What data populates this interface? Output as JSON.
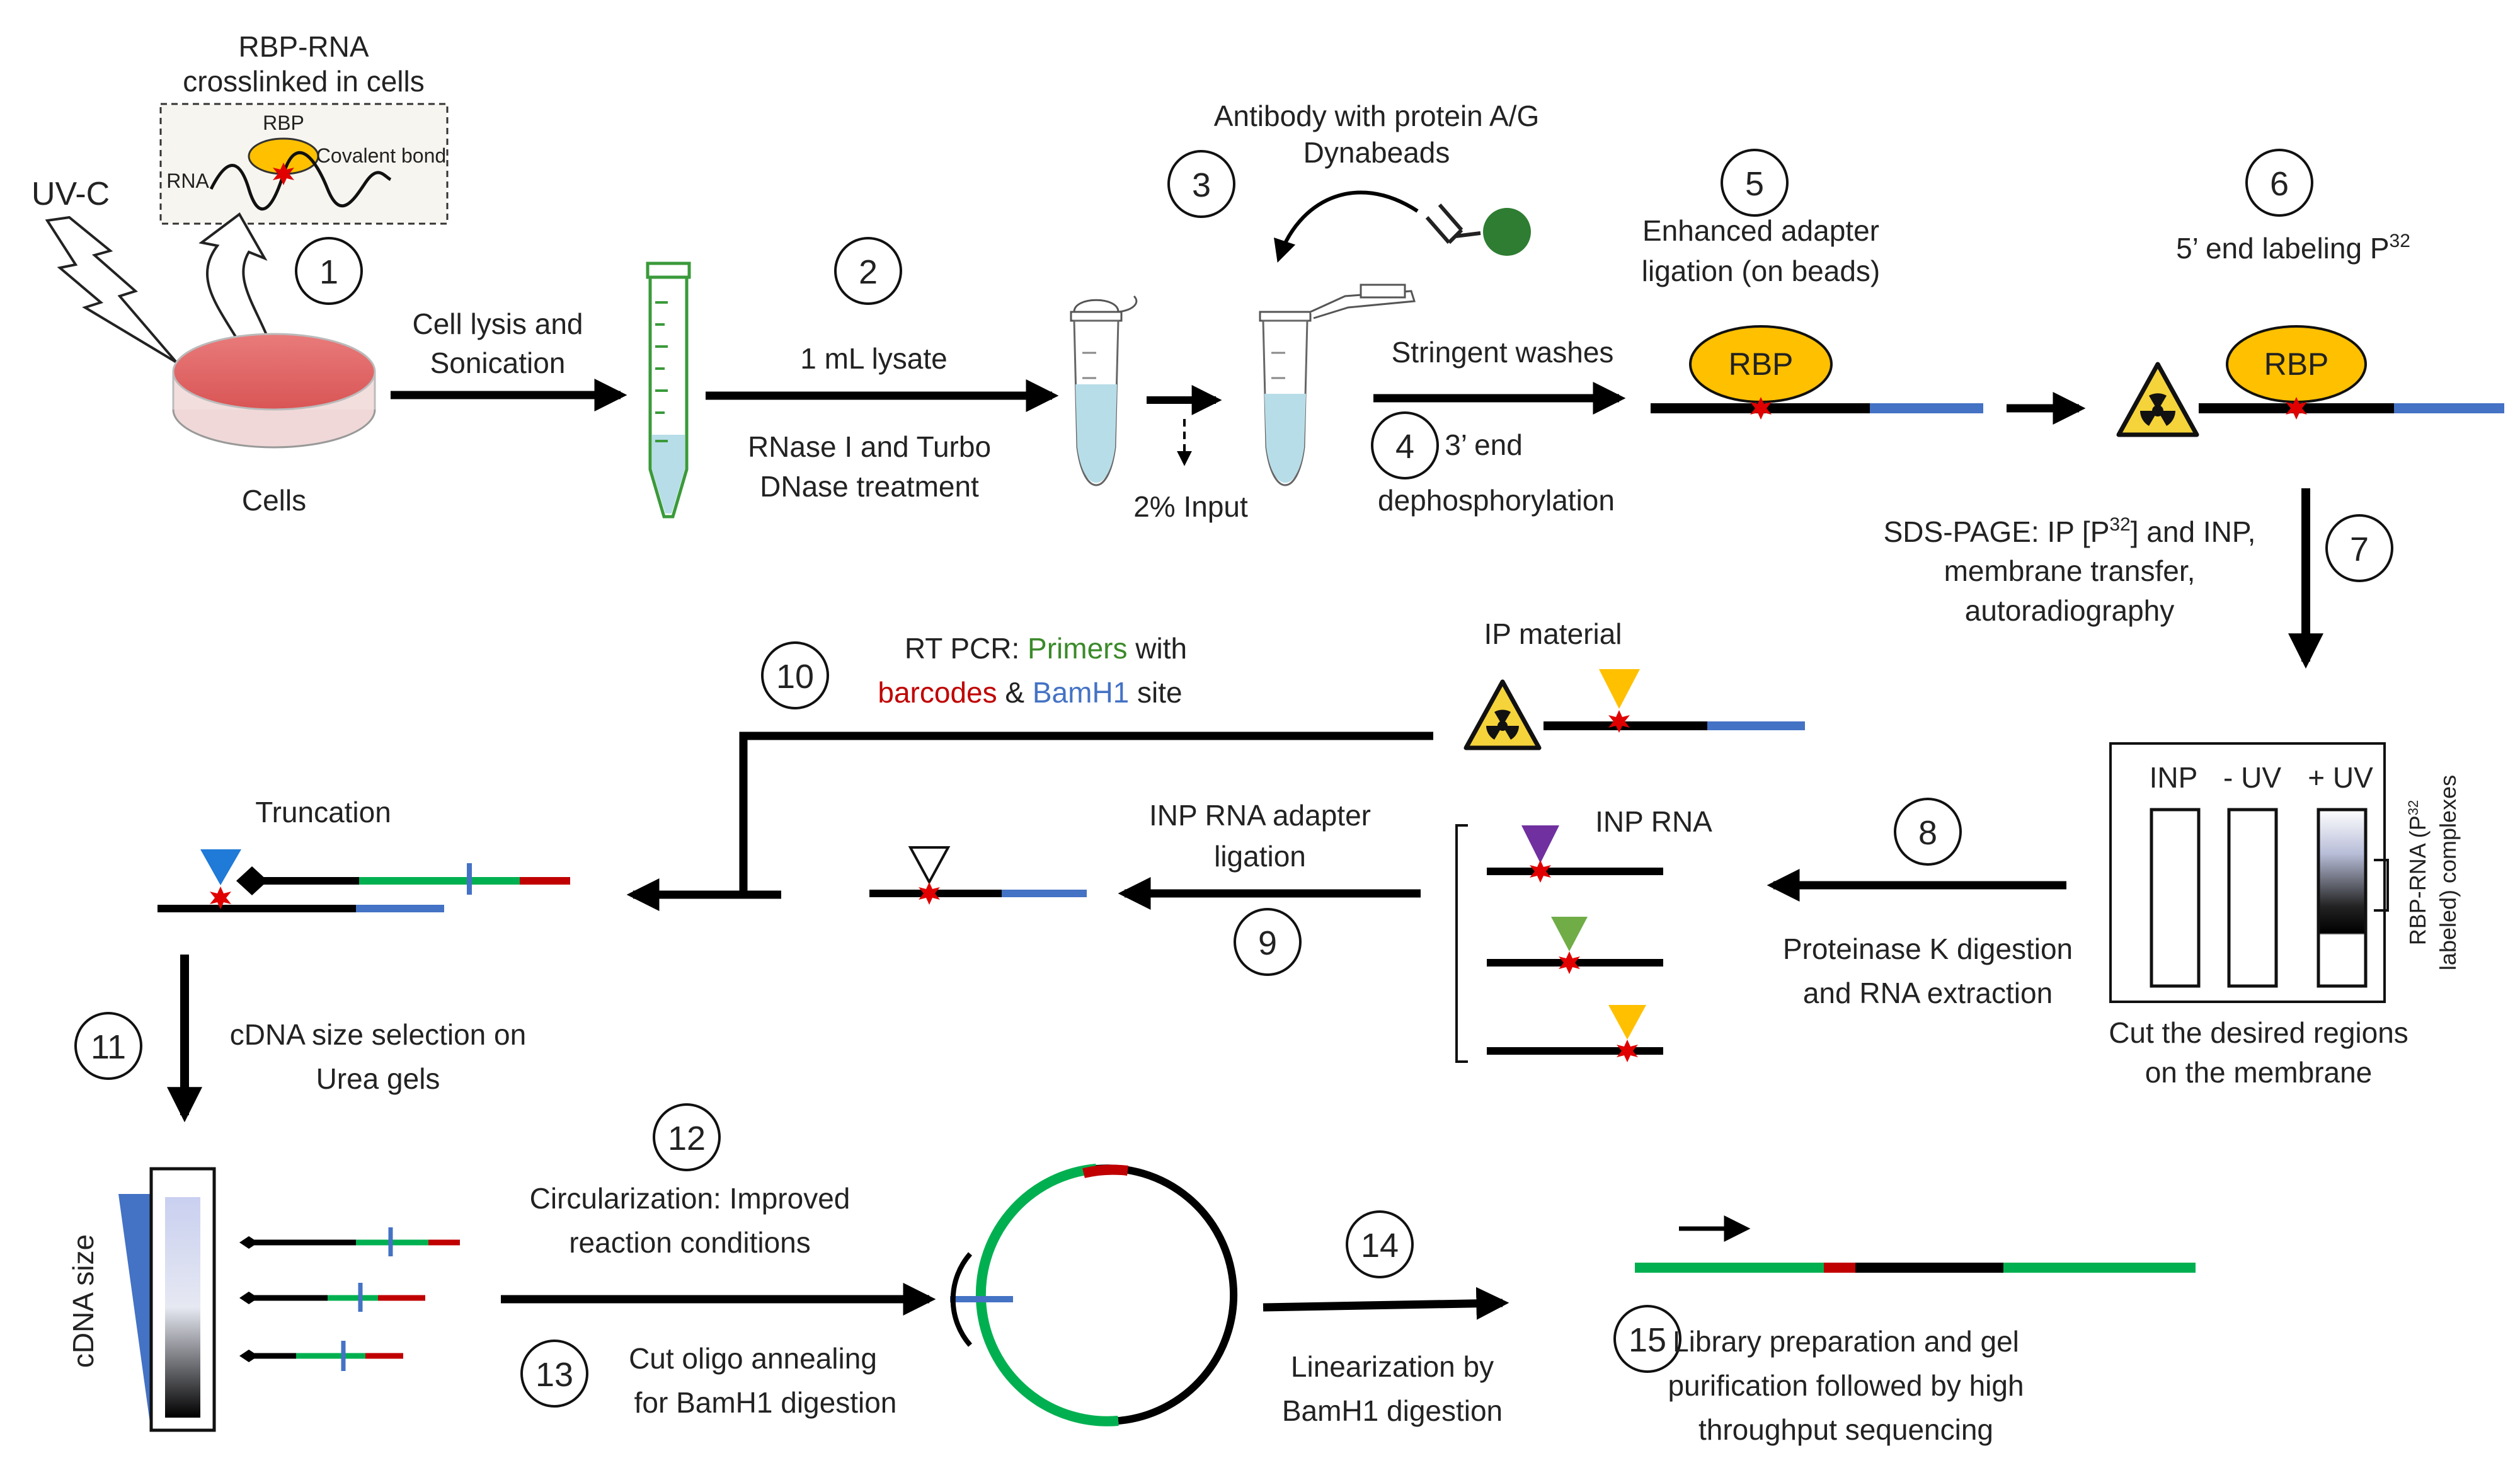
{
  "colors": {
    "black": "#000000",
    "rbp_yellow": "#FFC000",
    "adapter_blue": "#4472C4",
    "primer_green": "#00B050",
    "barcode_red": "#C00000",
    "crosslink_red": "#E00000",
    "bead_green": "#2E7D32",
    "dish_red": "#E06060",
    "lysate_blue": "#B7DDE8",
    "tube_green": "#3A9A3A",
    "hazard_yellow": "#F5D33A",
    "purple": "#7030A0",
    "inp_green": "#70AD47"
  },
  "steps": [
    "1",
    "2",
    "3",
    "4",
    "5",
    "6",
    "7",
    "8",
    "9",
    "10",
    "11",
    "12",
    "13",
    "14",
    "15"
  ],
  "inset": {
    "title_line1": "RBP-RNA",
    "title_line2": "crosslinked in cells",
    "rbp": "RBP",
    "rna": "RNA",
    "bond": "Covalent bond"
  },
  "labels": {
    "uvc": "UV-C",
    "cells": "Cells",
    "lysis_line1": "Cell lysis and",
    "lysis_line2": "Sonication",
    "lysate": "1 mL lysate",
    "rnase_line1": "RNase I and Turbo",
    "rnase_line2": "DNase treatment",
    "input": "2% Input",
    "antibody_line1": "Antibody with protein A/G",
    "antibody_line2": "Dynabeads",
    "washes": "Stringent washes",
    "dephos_line1": "3’ end",
    "dephos_line2": "dephosphorylation",
    "adapter_line1": "Enhanced adapter",
    "adapter_line2": "ligation (on beads)",
    "labeling_pre": "5’ end labeling P",
    "labeling_sup": "32",
    "rbp": "RBP",
    "sds_line1_a": "SDS-PAGE: IP [P",
    "sds_line1_sup": "32",
    "sds_line1_b": "] and INP,",
    "sds_line2": "membrane transfer,",
    "sds_line3": "autoradiography",
    "gel_inp": "INP",
    "gel_minus_uv": "- UV",
    "gel_plus_uv": "+ UV",
    "complex_line1_a": "RBP-RNA (P",
    "complex_line1_sup": "32",
    "complex_line2": "labeled) complexes",
    "cut_line1": "Cut the desired regions",
    "cut_line2": "on the membrane",
    "prot_line1": "Proteinase K digestion",
    "prot_line2": "and RNA extraction",
    "inp_rna": "INP RNA",
    "inp_lig_line1": "INP RNA adapter",
    "inp_lig_line2": "ligation",
    "ip_material": "IP material",
    "rt_a": "RT PCR: ",
    "rt_primers": "Primers",
    "rt_b": " with",
    "rt_barcodes": "barcodes",
    "rt_c": " & ",
    "rt_bamh1": "BamH1",
    "rt_d": " site",
    "truncation": "Truncation",
    "size_line1": "cDNA size selection on",
    "size_line2": "Urea gels",
    "cdna_size": "cDNA size",
    "circ_line1": "Circularization: Improved",
    "circ_line2": "reaction conditions",
    "cut_oligo_line1": "Cut oligo annealing",
    "cut_oligo_line2": "for BamH1 digestion",
    "linear_line1": "Linearization by",
    "linear_line2": "BamH1 digestion",
    "lib_line1": "Library preparation and gel",
    "lib_line2": "purification followed by high",
    "lib_line3": "throughput sequencing"
  }
}
